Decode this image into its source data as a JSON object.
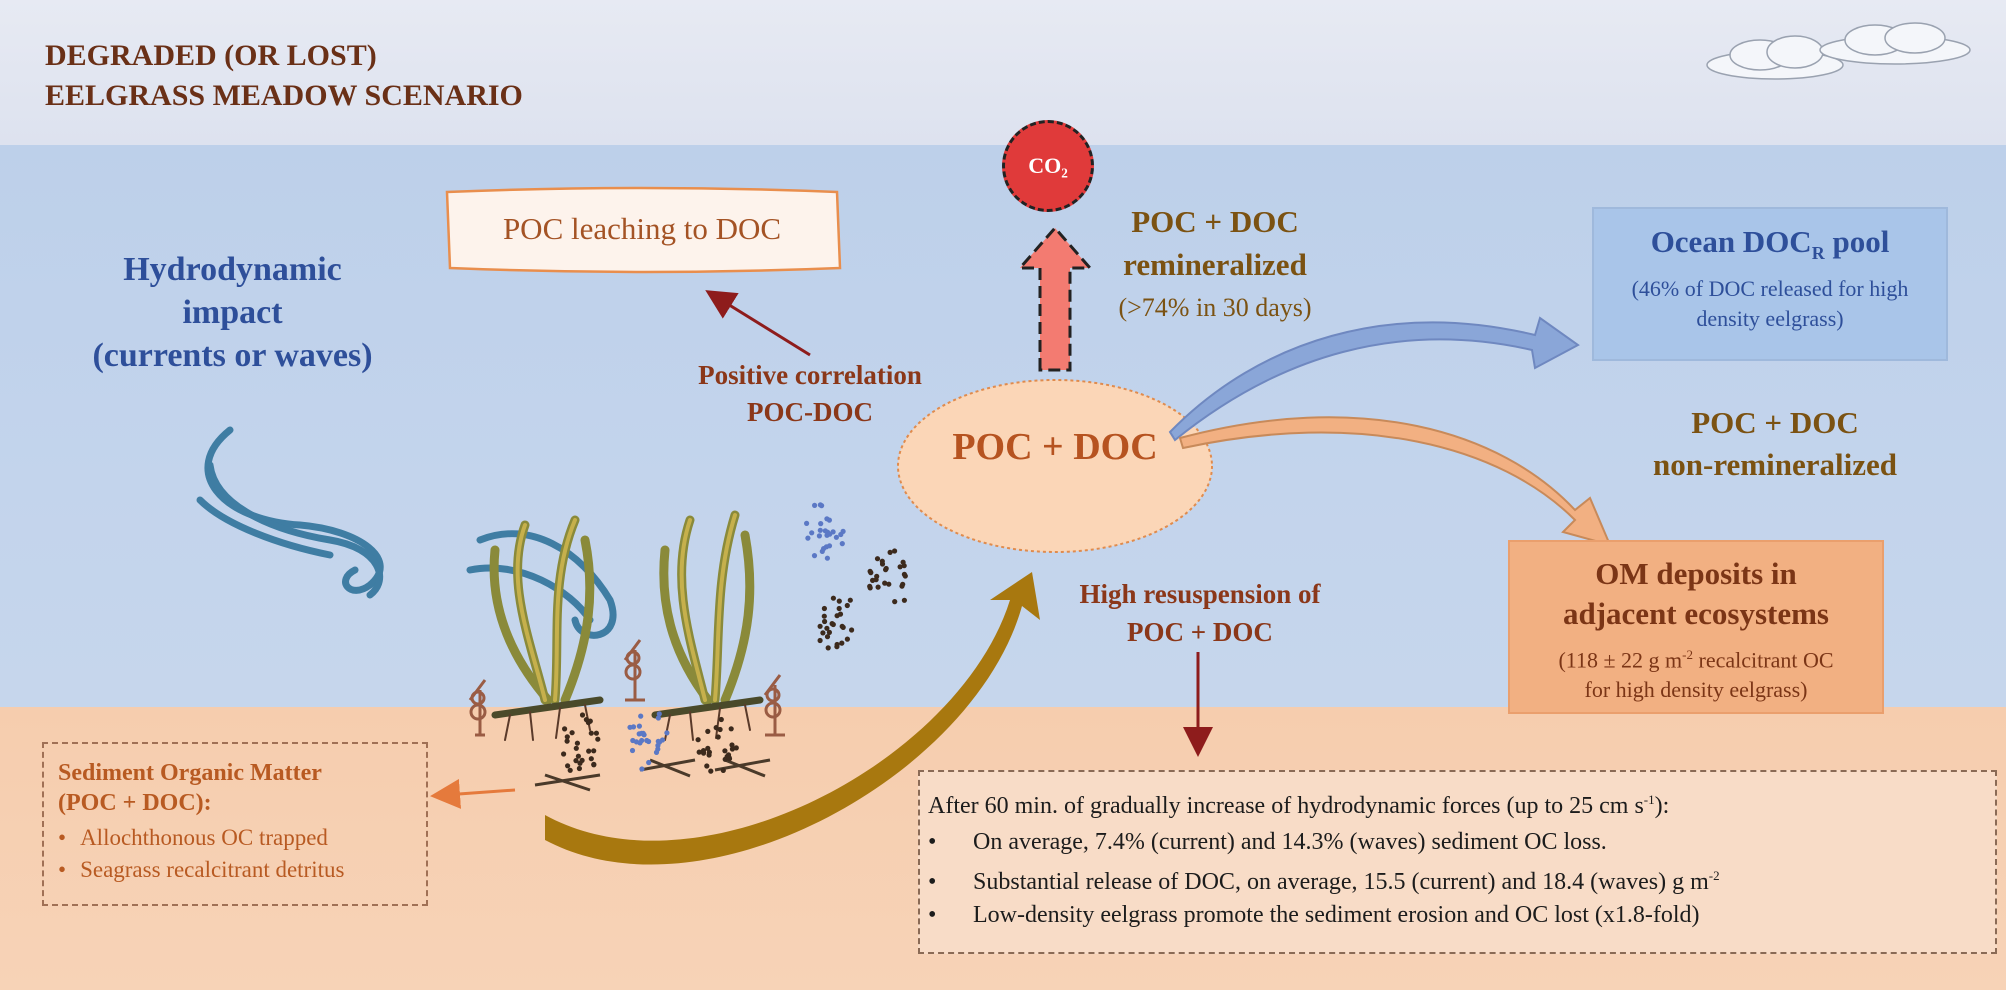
{
  "title": {
    "line1": "DEGRADED (OR LOST)",
    "line2": "EELGRASS MEADOW SCENARIO"
  },
  "co2_label": "CO₂",
  "hydrodynamic": {
    "line1": "Hydrodynamic",
    "line2": "impact",
    "line3": "(currents or waves)"
  },
  "leaching_label": "POC leaching to DOC",
  "positive_correlation": {
    "line1": "Positive correlation",
    "line2": "POC-DOC"
  },
  "center_pool_label": "POC + DOC",
  "remineralized": {
    "line1": "POC + DOC",
    "line2": "remineralized",
    "detail": "(>74% in 30 days)"
  },
  "ocean_pool": {
    "title_main": "Ocean DOC",
    "title_sub": "R",
    "title_tail": " pool",
    "detail": "(46% of DOC released for high density eelgrass)"
  },
  "non_remineralized": {
    "line1": "POC + DOC",
    "line2": "non-remineralized"
  },
  "om_deposits": {
    "line1": "OM deposits in",
    "line2": "adjacent ecosystems",
    "detail_pre": "(118 ± 22 g m",
    "detail_sup": "-2",
    "detail_post": " recalcitrant OC",
    "detail_line2": "for high density eelgrass)"
  },
  "resuspension": {
    "line1": "High resuspension of",
    "line2": "POC + DOC"
  },
  "sediment_om": {
    "line1": "Sediment Organic Matter",
    "line2": "(POC + DOC):",
    "items": [
      "Allochthonous OC trapped",
      "Seagrass recalcitrant detritus"
    ]
  },
  "findings": {
    "heading_pre": "After 60 min. of gradually increase of hydrodynamic forces (up to 25 cm s",
    "heading_sup": "-1",
    "heading_post": "):",
    "item1": "On average, 7.4% (current) and 14.3% (waves) sediment OC loss.",
    "item2_pre": "Substantial release of DOC, on average, 15.5 (current) and 18.4 (waves) g m",
    "item2_sup": "-2",
    "item3": "Low-density eelgrass promote the sediment erosion and OC lost (x1.8-fold)"
  },
  "colors": {
    "sky": "#e4e8f3",
    "water": "#c0d2eb",
    "sediment": "#f7cfb2",
    "title": "#6a3017",
    "hydro_text": "#2e4f9a",
    "co2_fill": "#e03a3a",
    "upward_arrow": "#f37b71",
    "ocean_box": "#a9c5e9",
    "om_box": "#f2b082",
    "resuspension_arrow": "#a8780f",
    "poc_dots": "#3c2a1d",
    "doc_dots": "#5b78c5"
  }
}
